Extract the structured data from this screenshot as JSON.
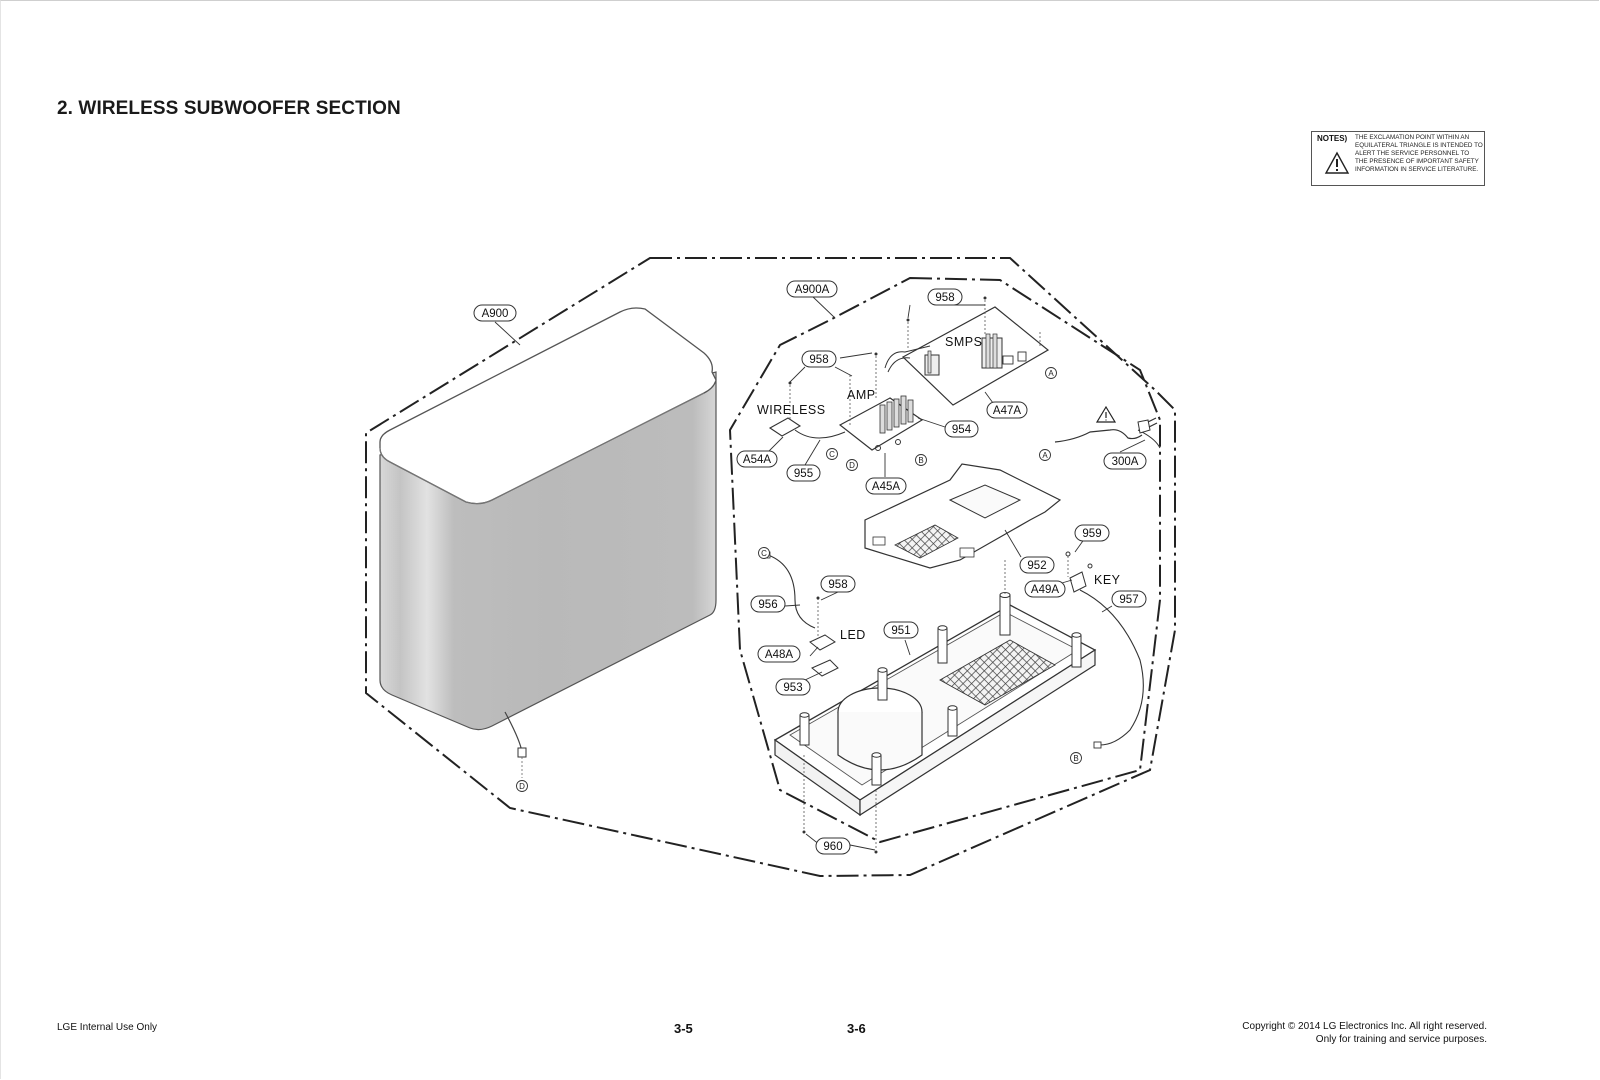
{
  "section_title": "2. WIRELESS SUBWOOFER SECTION",
  "notes": {
    "label": "NOTES)",
    "text": "THE EXCLAMATION POINT WITHIN AN EQUILATERAL TRIANGLE IS INTENDED TO ALERT THE SERVICE PERSONNEL TO THE PRESENCE OF IMPORTANT SAFETY INFORMATION IN SERVICE LITERATURE."
  },
  "callouts": {
    "a900": "A900",
    "a900a": "A900A",
    "n958_top": "958",
    "n958_mid": "958",
    "n958_led": "958",
    "a47a": "A47A",
    "n954": "954",
    "a54a": "A54A",
    "n955": "955",
    "a45a": "A45A",
    "n300a": "300A",
    "n959": "959",
    "n952": "952",
    "a49a": "A49A",
    "n957": "957",
    "n956": "956",
    "n951": "951",
    "a48a": "A48A",
    "n953": "953",
    "n960": "960"
  },
  "board_labels": {
    "smps": "SMPS",
    "amp": "AMP",
    "wireless": "WIRELESS",
    "key": "KEY",
    "led": "LED"
  },
  "connectors": {
    "a_smps": "A",
    "a_cord": "A",
    "b_amp": "B",
    "b_key": "B",
    "c_amp": "C",
    "c_led": "C",
    "d_amp": "D",
    "d_cab": "D"
  },
  "footer": {
    "left": "LGE Internal Use Only",
    "page_left": "3-5",
    "page_right": "3-6",
    "copyright_line1": "Copyright © 2014 LG Electronics Inc. All right reserved.",
    "copyright_line2": "Only for training and service purposes."
  }
}
